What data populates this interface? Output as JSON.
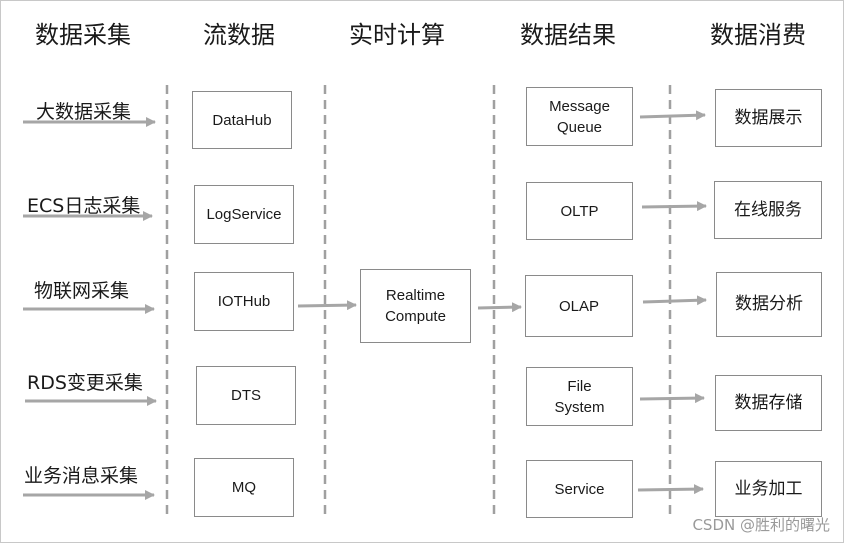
{
  "columns": {
    "collect": "数据采集",
    "stream": "流数据",
    "compute": "实时计算",
    "result": "数据结果",
    "consume": "数据消费"
  },
  "sources": [
    "大数据采集",
    "ECS日志采集",
    "物联网采集",
    "RDS变更采集",
    "业务消息采集"
  ],
  "stream_nodes": [
    "DataHub",
    "LogService",
    "IOTHub",
    "DTS",
    "MQ"
  ],
  "compute_node": "Realtime\nCompute",
  "result_nodes": [
    "Message\nQueue",
    "OLTP",
    "OLAP",
    "File\nSystem",
    "Service"
  ],
  "consume_nodes": [
    "数据展示",
    "在线服务",
    "数据分析",
    "数据存储",
    "业务加工"
  ],
  "watermark": "CSDN @胜利的曙光",
  "colors": {
    "arrow": "#a6a6a6",
    "box_border": "#8a8a8a",
    "divider": "#a0a0a0"
  }
}
